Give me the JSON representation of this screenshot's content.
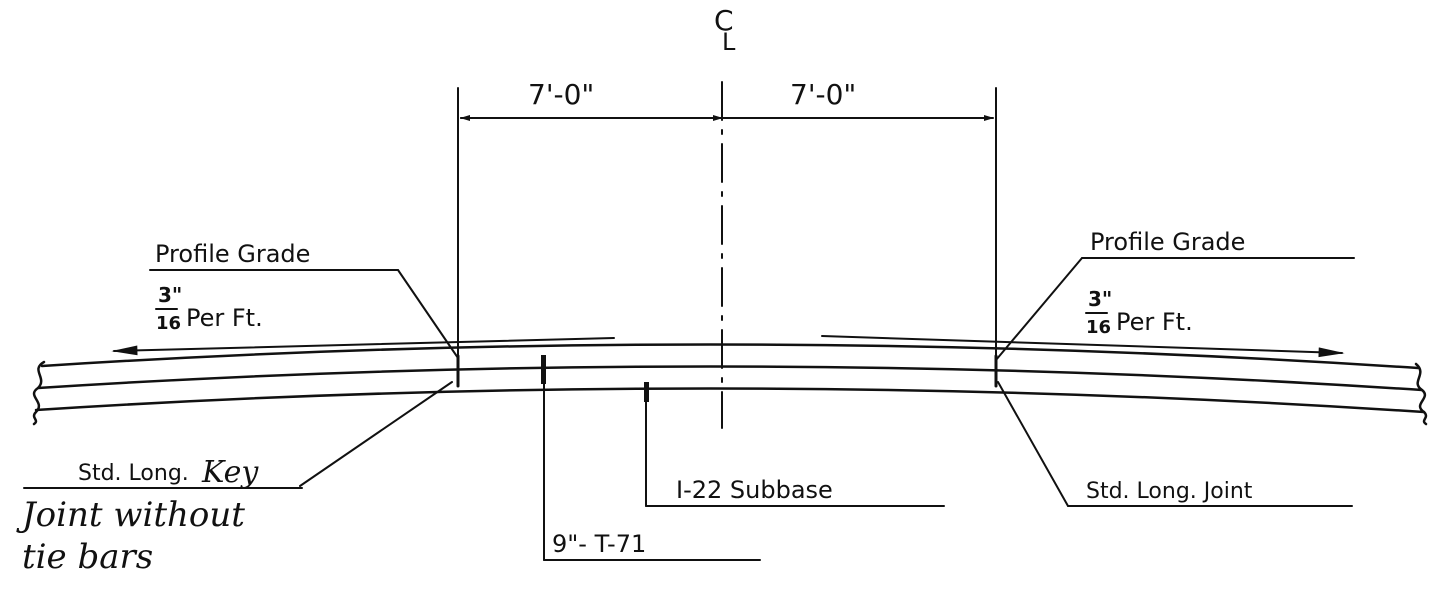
{
  "centerline": {
    "symbol_c": "C",
    "symbol_l": "L"
  },
  "dimensions": {
    "left": "7'-0\"",
    "right": "7'-0\""
  },
  "left": {
    "profile_grade": "Profile Grade",
    "slope_numerator": "3\"",
    "slope_denominator": "16",
    "slope_text": "Per Ft.",
    "joint_label_printed": "Std. Long.",
    "joint_label_handwritten": "Key",
    "joint_note_line1": "Joint without",
    "joint_note_line2": "tie bars"
  },
  "right": {
    "profile_grade": "Profile Grade",
    "slope_numerator": "3\"",
    "slope_denominator": "16",
    "slope_text": "Per Ft.",
    "joint_label": "Std. Long. Joint"
  },
  "callouts": {
    "subbase": "I-22 Subbase",
    "pavement": "9\"- T-71"
  }
}
